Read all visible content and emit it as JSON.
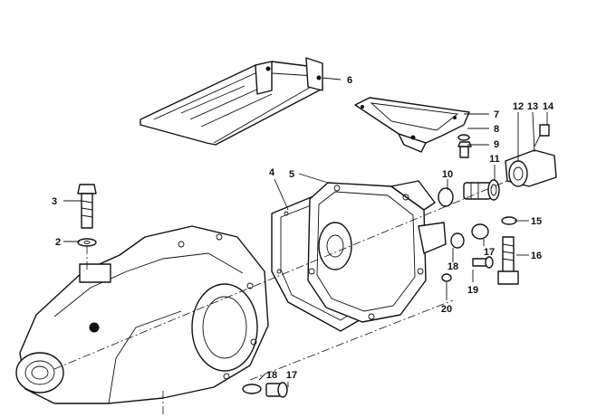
{
  "diagram": {
    "callouts": {
      "c2": "2",
      "c3": "3",
      "c4": "4",
      "c5": "5",
      "c6": "6",
      "c7": "7",
      "c8": "8",
      "c9": "9",
      "c10": "10",
      "c11": "11",
      "c12": "12",
      "c13": "13",
      "c14": "14",
      "c15": "15",
      "c16": "16",
      "c17a": "17",
      "c17b": "17",
      "c18a": "18",
      "c18b": "18",
      "c19": "19",
      "c20": "20"
    },
    "colors": {
      "line": "#111111",
      "background": "#ffffff"
    }
  }
}
